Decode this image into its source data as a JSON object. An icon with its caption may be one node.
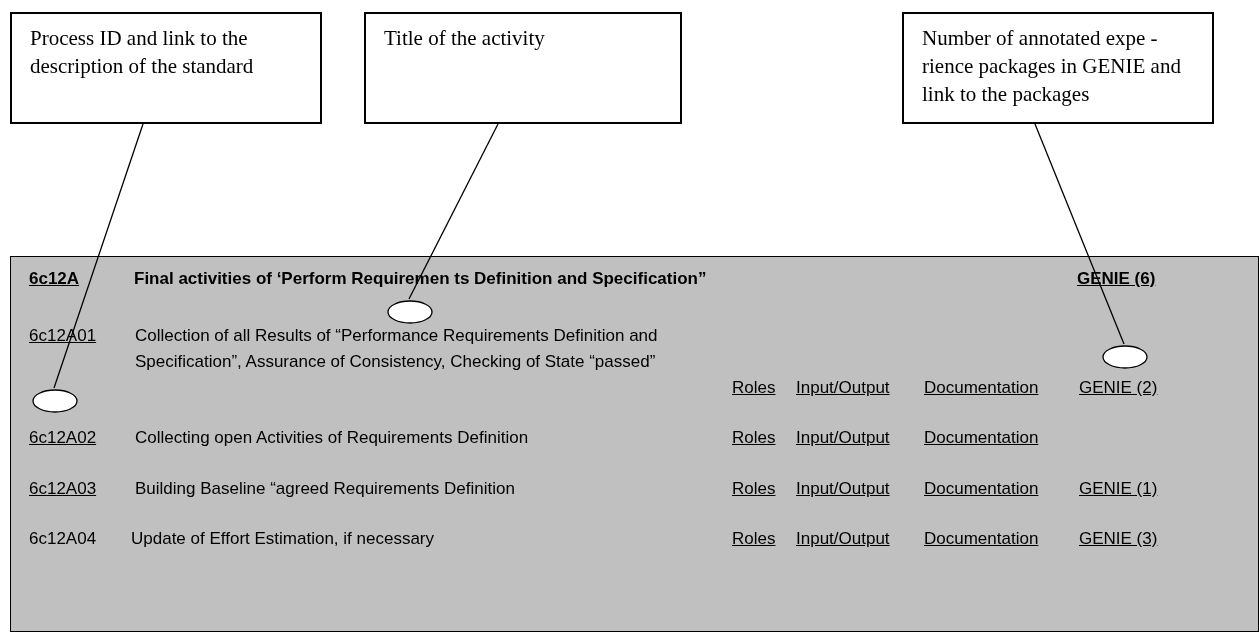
{
  "diagram": {
    "nodes": [
      {
        "text": [
          "Process ID and link to the description of the standard"
        ]
      },
      {
        "text": [
          "Title of the activity"
        ]
      },
      {
        "text": [
          "Number of annotated expe - rience packages in GENIE and link to the packages"
        ]
      },
      {
        "text": [
          "6c12A",
          "Final activities of ‘Perform Requiremen ts Definition and Specification”",
          "GENIE (6)",
          "6c12A01",
          "Collection of all Results of “Performance Requirements Definition and Specification”, Assurance of Consistency, Checking of State “passed”",
          "Roles",
          "Input/Output",
          "Documentation",
          "GENIE (2)",
          "6c12A02",
          "Collecting open Activities of Requirements Definition",
          "Roles",
          "Input/Output",
          "Documentation",
          "6c12A03",
          "Building Baseline “agreed Requirements Definition",
          "Roles",
          "Input/Output",
          "Documentation",
          "GENIE (1)",
          "6c12A04",
          "Update of Effort Estimation, if necessary",
          "Roles",
          "Input/Output",
          "Documentation",
          "GENIE (3)"
        ]
      },
      {
        "text": [],
        "shape": "circle",
        "in": 3
      },
      {
        "text": [],
        "shape": "circle",
        "in": 3
      },
      {
        "text": [],
        "shape": "circle",
        "in": 3
      }
    ],
    "edges": [
      {
        "from": 0,
        "to": 6,
        "arrow": "none"
      },
      {
        "from": 1,
        "to": 4,
        "arrow": "none"
      },
      {
        "from": 2,
        "to": 5,
        "arrow": "none"
      }
    ]
  }
}
